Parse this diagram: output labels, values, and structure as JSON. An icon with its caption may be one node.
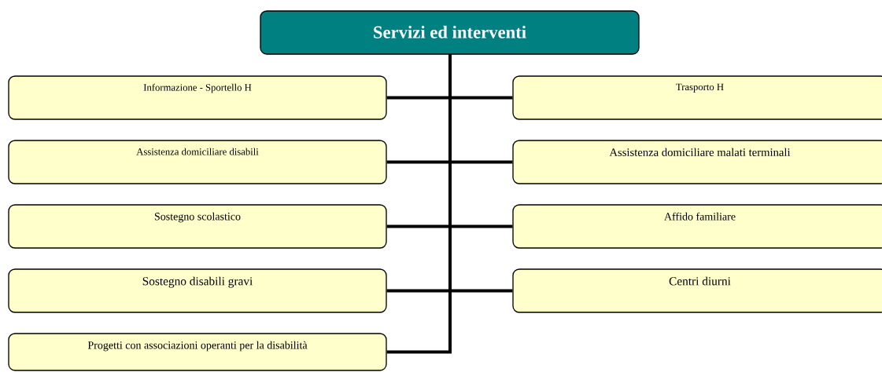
{
  "diagram": {
    "nodes": [
      {
        "text": [
          "Servizi ed interventi"
        ]
      },
      {
        "text": [
          "Informazione - Sportello H"
        ]
      },
      {
        "text": [
          "Trasporto H"
        ]
      },
      {
        "text": [
          "Assistenza domiciliare disabili"
        ]
      },
      {
        "text": [
          "Assistenza domiciliare malati terminali"
        ]
      },
      {
        "text": [
          "Sostegno scolastico"
        ]
      },
      {
        "text": [
          "Affido familiare"
        ]
      },
      {
        "text": [
          "Sostegno disabili gravi"
        ]
      },
      {
        "text": [
          "Centri diurni"
        ]
      },
      {
        "text": [
          "Progetti con associazioni operanti per la disabilità"
        ]
      }
    ],
    "edges": [
      {
        "from": 0,
        "to": 1,
        "arrow": "none"
      },
      {
        "from": 0,
        "to": 2,
        "arrow": "none"
      },
      {
        "from": 0,
        "to": 3,
        "arrow": "none"
      },
      {
        "from": 0,
        "to": 4,
        "arrow": "none"
      },
      {
        "from": 0,
        "to": 5,
        "arrow": "none"
      },
      {
        "from": 0,
        "to": 6,
        "arrow": "none"
      },
      {
        "from": 0,
        "to": 7,
        "arrow": "none"
      },
      {
        "from": 0,
        "to": 8,
        "arrow": "none"
      },
      {
        "from": 0,
        "to": 9,
        "arrow": "none"
      }
    ]
  }
}
